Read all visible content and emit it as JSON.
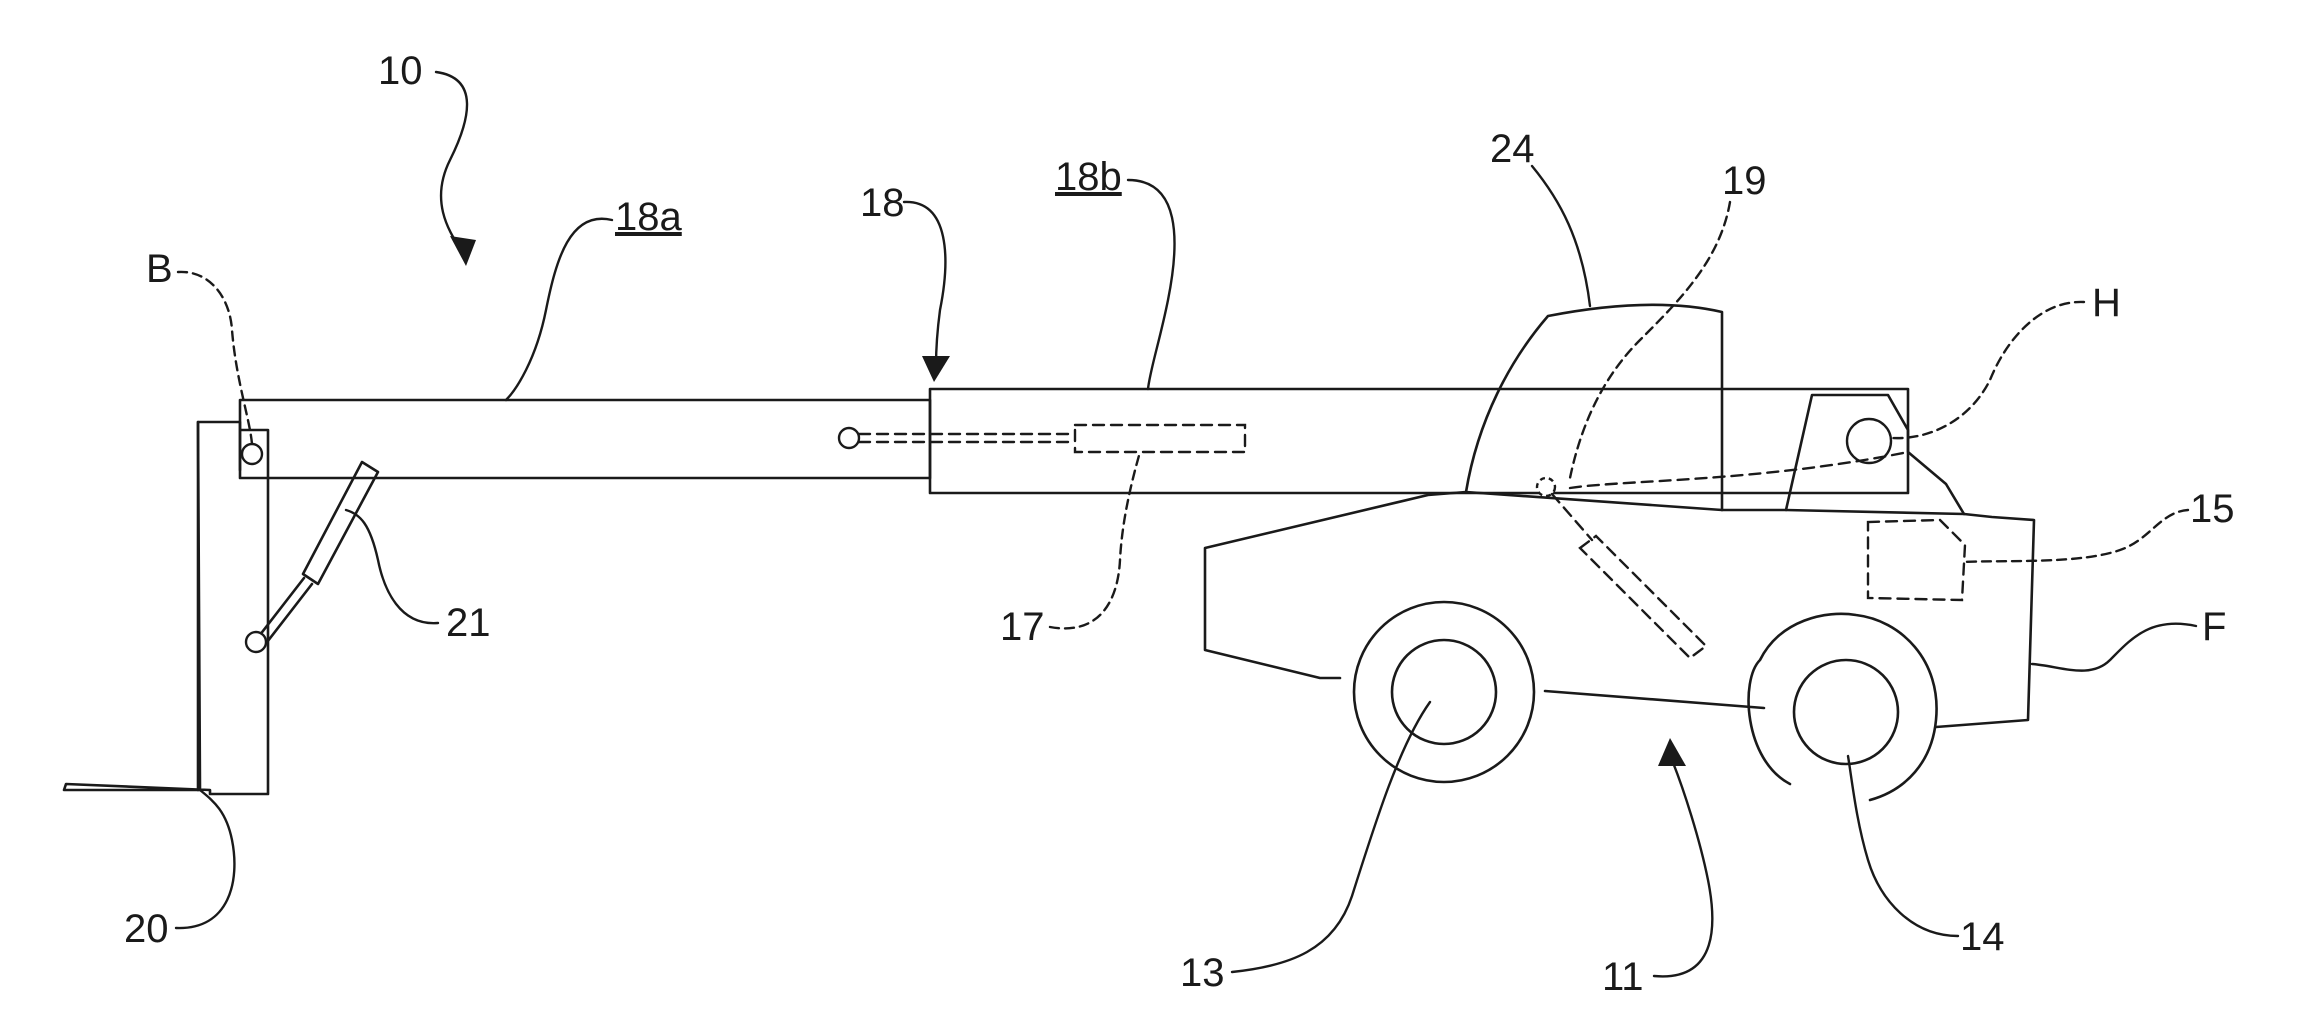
{
  "diagram": {
    "colors": {
      "line": "#1a1a1a",
      "background": "#ffffff"
    },
    "labels": {
      "machine": "10",
      "boom": "18",
      "boom_section_a": "18a",
      "boom_section_b": "18b",
      "boom_pivot": "B",
      "hinge": "H",
      "cab": "24",
      "lift_ram": "19",
      "tilt_ram": "21",
      "extension_ram": "17",
      "attachment": "20",
      "part_15": "15",
      "front": "F",
      "front_wheel": "13",
      "rear_wheel": "14",
      "chassis": "11"
    }
  }
}
